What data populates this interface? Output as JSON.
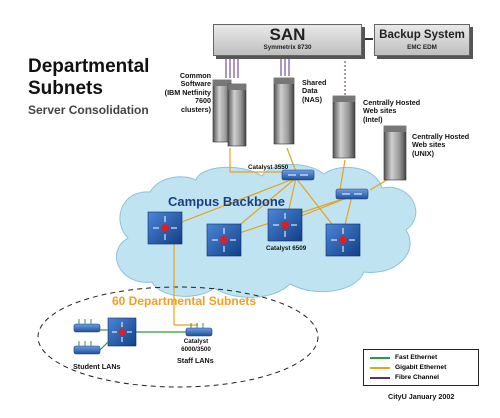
{
  "title": {
    "line1": "Departmental",
    "line2": "Subnets"
  },
  "subtitle": "Server Consolidation",
  "san": {
    "label": "SAN",
    "sublabel": "Symmetrix 8730"
  },
  "backup": {
    "label": "Backup System",
    "sublabel": "EMC EDM"
  },
  "servers": {
    "common_software": [
      "Common",
      "Software",
      "(IBM Netfinity",
      "7600 clusters)"
    ],
    "shared_data": [
      "Shared",
      "Data",
      "(NAS)"
    ],
    "web_intel": [
      "Centrally Hosted",
      "Web sites",
      "(Intel)"
    ],
    "web_unix": [
      "Centrally Hosted",
      "Web sites",
      "(UNIX)"
    ]
  },
  "backbone": {
    "label": "Campus Backbone",
    "catalyst_3550": "Catalyst 3550",
    "catalyst_6509": "Catalyst 6509"
  },
  "departments": {
    "label": "60 Departmental Subnets",
    "catalyst_model": [
      "Catalyst",
      "6000/3500"
    ],
    "student_lans": "Student LANs",
    "staff_lans": "Staff LANs"
  },
  "legend": [
    {
      "label": "Fast Ethernet",
      "color": "#2e9a3a"
    },
    {
      "label": "Gigabit Ethernet",
      "color": "#e8a21c"
    },
    {
      "label": "Fibre Channel",
      "color": "#5a2d86"
    }
  ],
  "credit": "CityU January 2002",
  "colors": {
    "cloud": "#bfe3f1",
    "department_label": "#f0a023",
    "backbone_label": "#1b3f86",
    "router_blue": "#1e5ab4",
    "router_node": "#d2232a"
  }
}
